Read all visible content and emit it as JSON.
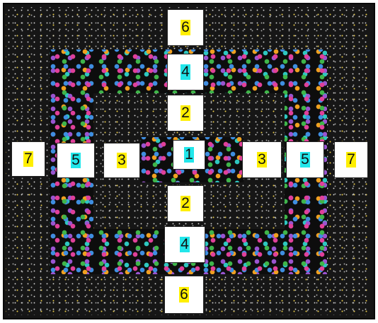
{
  "photo": {
    "subject": "quilted panel",
    "colors": {
      "background": "#151515",
      "paw_fabric": "#0d0d0d",
      "yellow_highlight": "#ffef00",
      "cyan_highlight": "#22e6ea"
    }
  },
  "labels": {
    "top_6": "6",
    "upper_4": "4",
    "upper_2": "2",
    "center_1": "1",
    "lower_2": "2",
    "lower_4": "4",
    "bottom_6": "6",
    "left_7": "7",
    "left_5": "5",
    "left_3": "3",
    "right_3": "3",
    "right_5": "5",
    "right_7": "7"
  }
}
